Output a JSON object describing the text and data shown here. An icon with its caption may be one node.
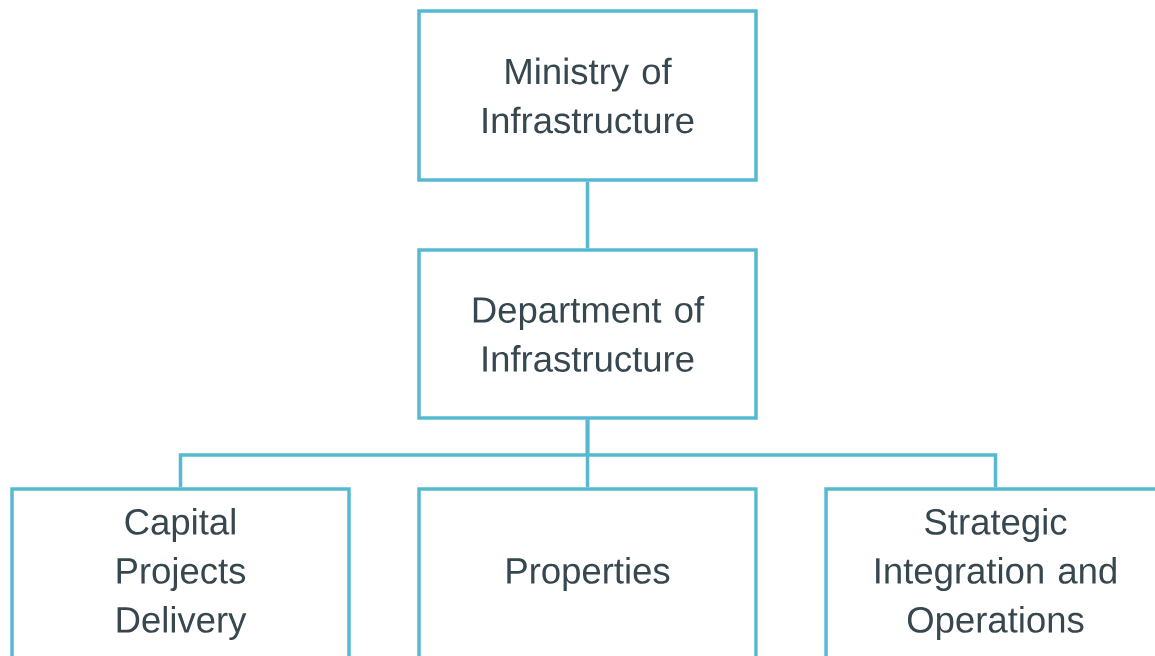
{
  "diagram": {
    "nodes": [
      {
        "text": [
          "Ministry of Infrastructure"
        ]
      },
      {
        "text": [
          "Department of Infrastructure"
        ]
      },
      {
        "text": [
          "Capital Projects Delivery"
        ]
      },
      {
        "text": [
          "Properties"
        ]
      },
      {
        "text": [
          "Strategic Integration and Operations"
        ]
      }
    ],
    "edges": [
      {
        "from": 0,
        "to": 1,
        "arrow": "none"
      },
      {
        "from": 1,
        "to": 2,
        "arrow": "none"
      },
      {
        "from": 1,
        "to": 3,
        "arrow": "none"
      },
      {
        "from": 1,
        "to": 4,
        "arrow": "none"
      }
    ]
  }
}
